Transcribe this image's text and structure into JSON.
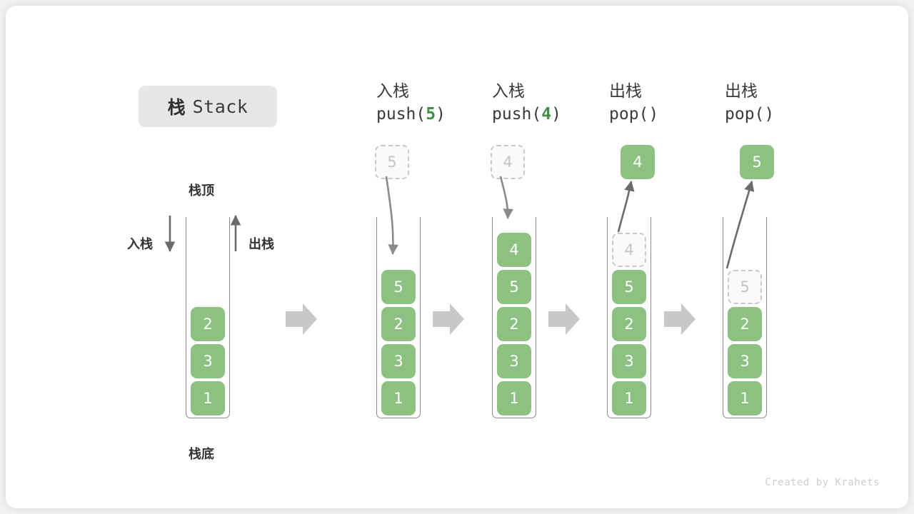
{
  "title": {
    "cjk": "栈",
    "latin": "Stack"
  },
  "labels": {
    "top": "栈顶",
    "bottom": "栈底",
    "push_side": "入栈",
    "pop_side": "出栈"
  },
  "watermark": "Created by Krahets",
  "colors": {
    "cell_green": "#8cc182",
    "accent_green": "#3f8e46",
    "border_gray": "#8a8a8a",
    "ghost_gray": "#c9c9c9",
    "chip_bg": "#e7e7e7",
    "flow_arrow": "#c8c8c8"
  },
  "columns": [
    {
      "id": "initial",
      "header": {
        "line1": "",
        "op": "",
        "arg": "",
        "suffix": ""
      },
      "float_cell": null,
      "cells": [
        {
          "value": "2",
          "state": "solid"
        },
        {
          "value": "3",
          "state": "solid"
        },
        {
          "value": "1",
          "state": "solid"
        }
      ]
    },
    {
      "id": "push-5",
      "header": {
        "line1": "入栈",
        "op": "push(",
        "arg": "5",
        "suffix": ")"
      },
      "float_cell": {
        "value": "5",
        "state": "ghost"
      },
      "cells": [
        {
          "value": "5",
          "state": "solid"
        },
        {
          "value": "2",
          "state": "solid"
        },
        {
          "value": "3",
          "state": "solid"
        },
        {
          "value": "1",
          "state": "solid"
        }
      ]
    },
    {
      "id": "push-4",
      "header": {
        "line1": "入栈",
        "op": "push(",
        "arg": "4",
        "suffix": ")"
      },
      "float_cell": {
        "value": "4",
        "state": "ghost"
      },
      "cells": [
        {
          "value": "4",
          "state": "solid"
        },
        {
          "value": "5",
          "state": "solid"
        },
        {
          "value": "2",
          "state": "solid"
        },
        {
          "value": "3",
          "state": "solid"
        },
        {
          "value": "1",
          "state": "solid"
        }
      ]
    },
    {
      "id": "pop-4",
      "header": {
        "line1": "出栈",
        "op": "pop(",
        "arg": "",
        "suffix": ")"
      },
      "float_cell": {
        "value": "4",
        "state": "solid"
      },
      "cells": [
        {
          "value": "4",
          "state": "ghost"
        },
        {
          "value": "5",
          "state": "solid"
        },
        {
          "value": "2",
          "state": "solid"
        },
        {
          "value": "3",
          "state": "solid"
        },
        {
          "value": "1",
          "state": "solid"
        }
      ]
    },
    {
      "id": "pop-5",
      "header": {
        "line1": "出栈",
        "op": "pop(",
        "arg": "",
        "suffix": ")"
      },
      "float_cell": {
        "value": "5",
        "state": "solid"
      },
      "cells": [
        {
          "value": "5",
          "state": "ghost"
        },
        {
          "value": "2",
          "state": "solid"
        },
        {
          "value": "3",
          "state": "solid"
        },
        {
          "value": "1",
          "state": "solid"
        }
      ]
    }
  ]
}
